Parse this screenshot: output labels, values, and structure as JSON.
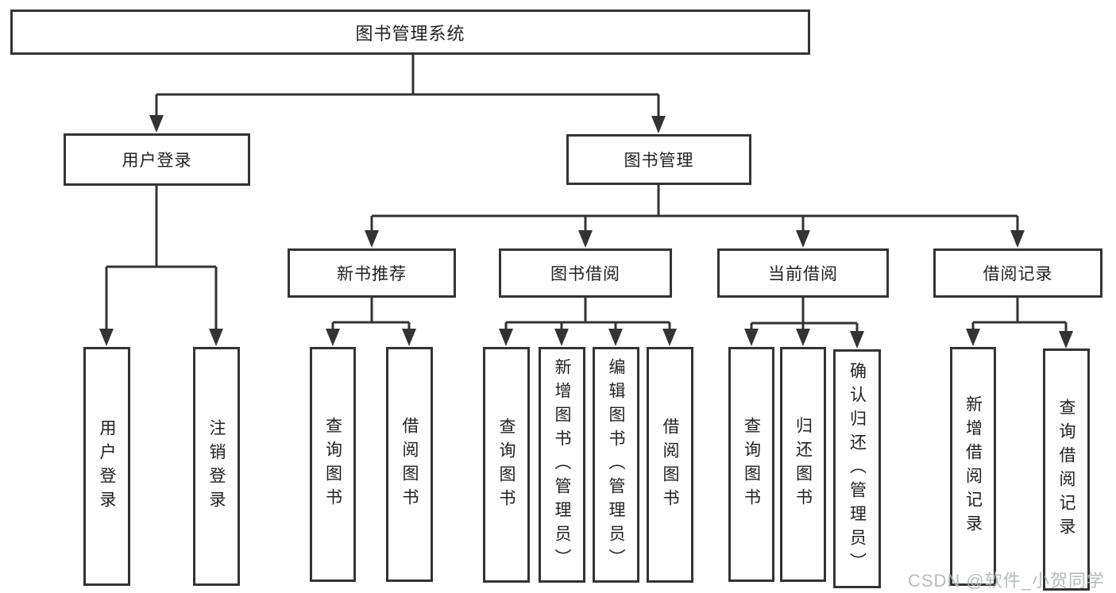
{
  "diagram": {
    "root": {
      "label": "图书管理系统"
    },
    "branches": [
      {
        "label": "用户登录",
        "children": [
          {
            "label": "用户登录"
          },
          {
            "label": "注销登录"
          }
        ]
      },
      {
        "label": "图书管理",
        "children": [
          {
            "label": "新书推荐",
            "children": [
              {
                "label": "查询图书"
              },
              {
                "label": "借阅图书"
              }
            ]
          },
          {
            "label": "图书借阅",
            "children": [
              {
                "label": "查询图书"
              },
              {
                "label": "新增图书（管理员）"
              },
              {
                "label": "编辑图书（管理员）"
              },
              {
                "label": "借阅图书"
              }
            ]
          },
          {
            "label": "当前借阅",
            "children": [
              {
                "label": "查询图书"
              },
              {
                "label": "归还图书"
              },
              {
                "label": "确认归还（管理员）"
              }
            ]
          },
          {
            "label": "借阅记录",
            "children": [
              {
                "label": "新增借阅记录"
              },
              {
                "label": "查询借阅记录"
              }
            ]
          }
        ]
      }
    ]
  },
  "watermark": {
    "text": "CSDN @软件_小贺同学"
  },
  "colors": {
    "line": "#333333",
    "box_border": "#333333",
    "box_background": "#ffffff",
    "text": "#212121",
    "watermark": "#b2b5b8"
  }
}
